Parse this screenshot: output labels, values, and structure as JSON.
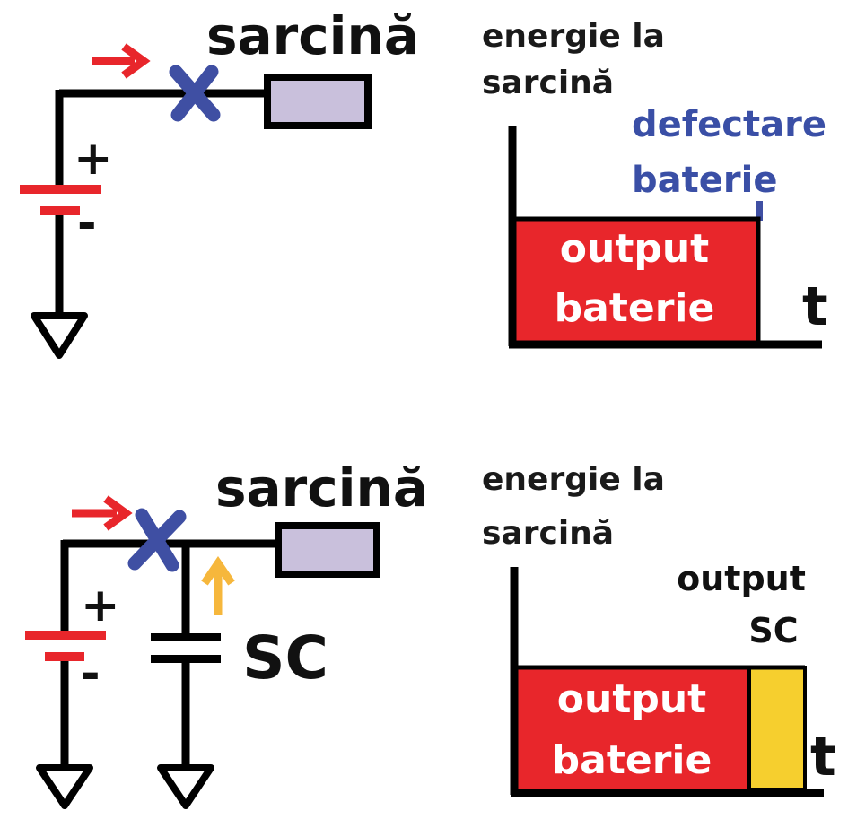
{
  "top_panel": {
    "load_label": "sarcină",
    "energy_label_line1": "energie la",
    "energy_label_line2": "sarcină",
    "failure_label_line1": "defectare",
    "failure_label_line2": "baterie",
    "battery_output_line1": "output",
    "battery_output_line2": "baterie",
    "time_label": "t",
    "plus_sign": "+",
    "minus_sign": "-"
  },
  "bottom_panel": {
    "load_label": "sarcină",
    "energy_label_line1": "energie la",
    "energy_label_line2": "sarcină",
    "sc_output_line1": "output",
    "sc_output_line2": "SC",
    "battery_output_line1": "output",
    "battery_output_line2": "baterie",
    "time_label": "t",
    "plus_sign": "+",
    "minus_sign": "-",
    "capacitor_label": "SC"
  },
  "colors": {
    "wire": "#000000",
    "battery_plate": "#e8262b",
    "current_arrow": "#e8262b",
    "break_mark": "#3f4fa3",
    "load_fill": "#c9c0dc",
    "battery_output_fill": "#e8262b",
    "sc_output_fill": "#f6cf2e",
    "sc_current_arrow": "#f6b73c",
    "failure_text": "#3a4fa6"
  }
}
